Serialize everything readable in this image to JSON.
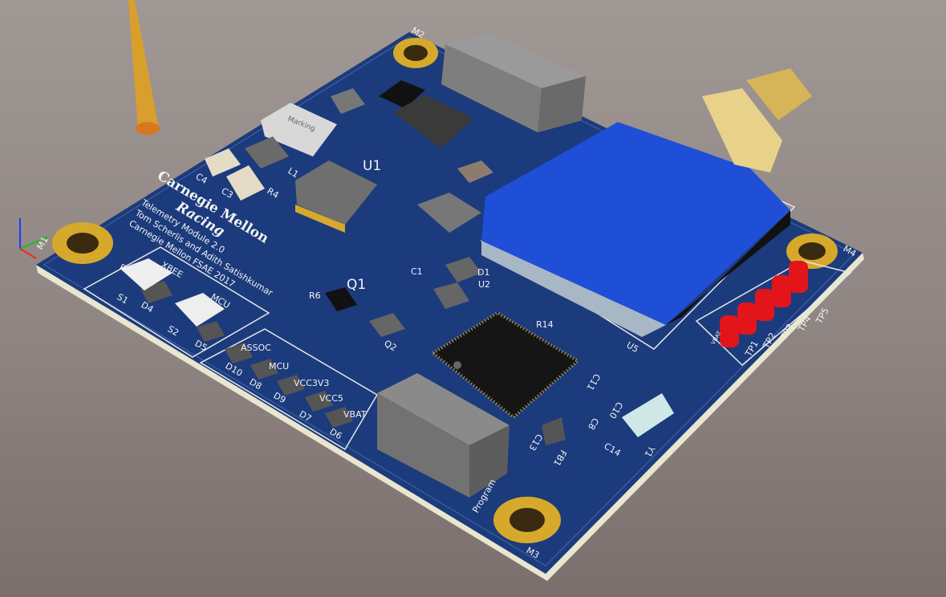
{
  "scene": {
    "type": "3D PCB render",
    "colors": {
      "board": "#1c3b7c",
      "xbee": "#1f4fd6",
      "gold": "#d6a92c",
      "edge": "#e9e6cf",
      "testpoint": "#e2151b"
    }
  },
  "logo": {
    "line1": "Carnegie Mellon",
    "line2": "Racing"
  },
  "credits": {
    "title": "Telemetry Module 2.0",
    "authors": "Tom Scherlis and Adith Satishkumar",
    "org": "Carnegie Mellon FSAE 2017"
  },
  "labels": {
    "m1": "M1",
    "m2": "M2",
    "m3": "M3",
    "m4": "M4",
    "u1": "U1",
    "u2": "U2",
    "u5": "U5",
    "q1": "Q1",
    "q2": "Q2",
    "d1": "D1",
    "d4": "D4",
    "d5": "D5",
    "d6": "D6",
    "d7": "D7",
    "d8": "D8",
    "d9": "D9",
    "d10": "D10",
    "s1": "S1",
    "s2": "S2",
    "c1": "C1",
    "c3": "C3",
    "c4": "C4",
    "c8": "C8",
    "c10": "C10",
    "c11": "C11",
    "c13": "C13",
    "c14": "C14",
    "r4": "R4",
    "r6": "R6",
    "r14": "R14",
    "fb1": "FB1",
    "y1": "Y1",
    "l1": "L1",
    "tp1": "TP1",
    "tp2": "TP2",
    "tp3": "TP3",
    "tp4": "TP4",
    "tp5": "TP5",
    "vbat_tp": "VBAT",
    "reset": "RESET",
    "xbee": "XBEE",
    "mcu_btn": "MCU",
    "assoc": "ASSOC",
    "mcu_led": "MCU",
    "vcc3v3": "VCC3V3",
    "vcc5": "VCC5",
    "vbat": "VBAT",
    "program": "Program",
    "inductor": "Marking"
  }
}
